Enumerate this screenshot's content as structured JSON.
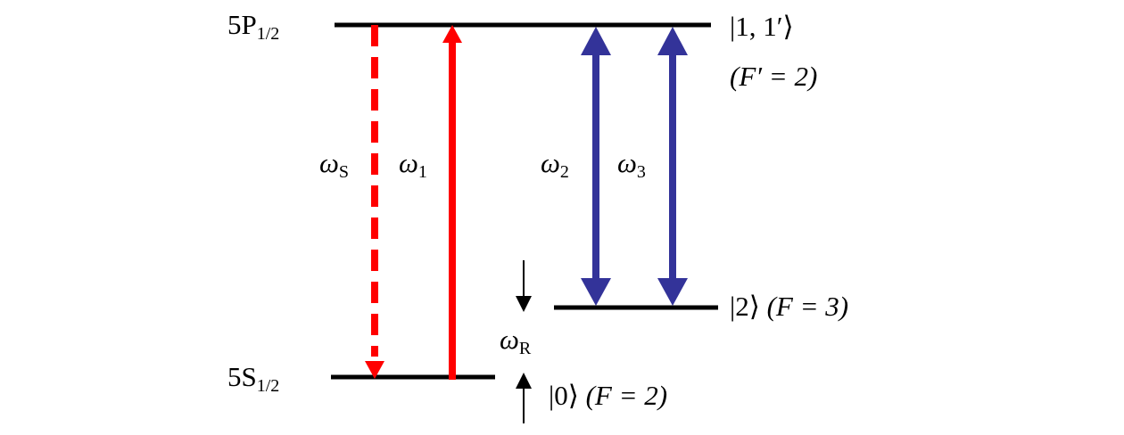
{
  "levels": {
    "upper": {
      "name": "5P",
      "sub": "1/2",
      "state": "|1, 1′⟩",
      "quantum": "(F′ = 2)"
    },
    "middle": {
      "state": "|2⟩",
      "quantum": "(F = 3)"
    },
    "lower": {
      "name": "5S",
      "sub": "1/2",
      "state": "|0⟩",
      "quantum": "(F = 2)"
    }
  },
  "transitions": {
    "s": {
      "sym": "ω",
      "sub": "S",
      "style": "dashed",
      "color": "#ff0000"
    },
    "t1": {
      "sym": "ω",
      "sub": "1",
      "color": "#ff0000"
    },
    "t2": {
      "sym": "ω",
      "sub": "2",
      "color": "#333399"
    },
    "t3": {
      "sym": "ω",
      "sub": "3",
      "color": "#333399"
    },
    "r": {
      "sym": "ω",
      "sub": "R"
    }
  }
}
